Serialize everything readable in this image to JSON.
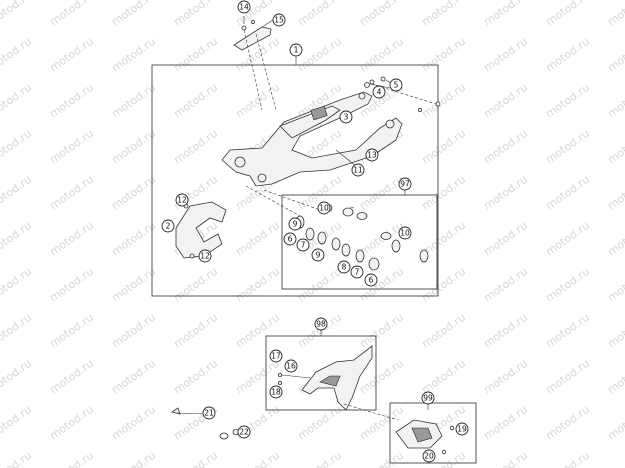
{
  "diagram": {
    "watermark_text": "motod.ru",
    "callouts": {
      "c14": "14",
      "c15": "15",
      "c1": "1",
      "c5": "5",
      "c4": "4",
      "c3": "3",
      "c13": "13",
      "c11": "11",
      "c97": "97",
      "c12a": "12",
      "c2": "2",
      "c12b": "12",
      "c10a": "10",
      "c9a": "9",
      "c6a": "6",
      "c7a": "7",
      "c9b": "9",
      "c10b": "10",
      "c8": "8",
      "c7b": "7",
      "c6b": "6",
      "c98": "98",
      "c17": "17",
      "c16": "16",
      "c18": "18",
      "c21": "21",
      "c22": "22",
      "c99": "99",
      "c19": "19",
      "c20": "20"
    }
  }
}
